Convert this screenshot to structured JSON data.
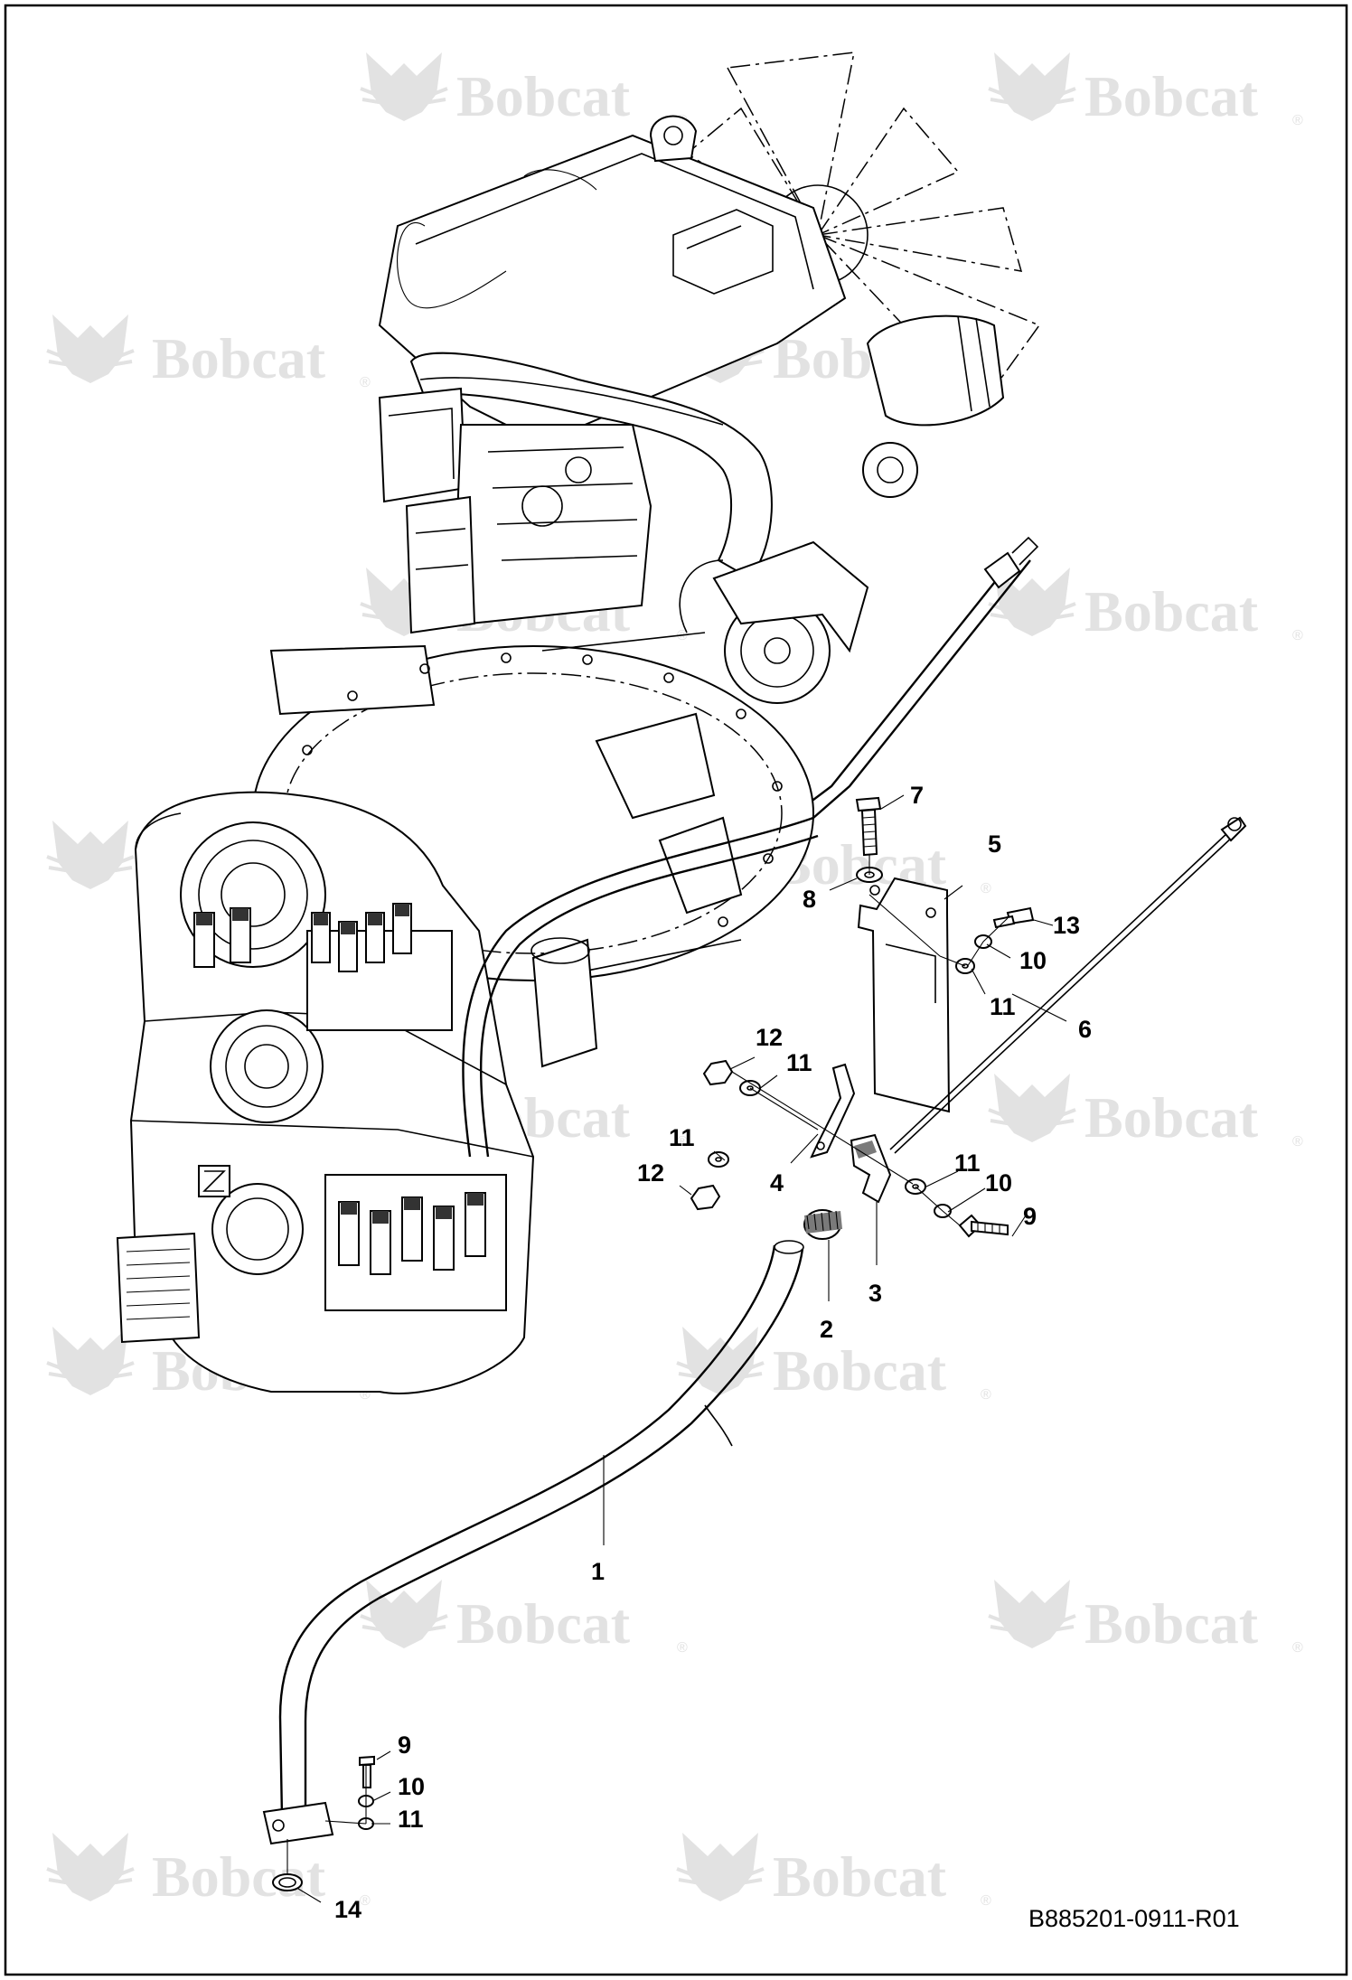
{
  "watermark": {
    "brand": "Bobcat",
    "registered_mark": "®"
  },
  "callouts": [
    {
      "label": "1"
    },
    {
      "label": "2"
    },
    {
      "label": "3"
    },
    {
      "label": "4"
    },
    {
      "label": "5"
    },
    {
      "label": "6"
    },
    {
      "label": "7"
    },
    {
      "label": "8"
    },
    {
      "label": "9"
    },
    {
      "label": "9"
    },
    {
      "label": "10"
    },
    {
      "label": "10"
    },
    {
      "label": "10"
    },
    {
      "label": "11"
    },
    {
      "label": "11"
    },
    {
      "label": "11"
    },
    {
      "label": "11"
    },
    {
      "label": "11"
    },
    {
      "label": "12"
    },
    {
      "label": "12"
    },
    {
      "label": "13"
    },
    {
      "label": "14"
    }
  ],
  "document_id": "B885201-0911-R01",
  "colors": {
    "line": "#000000",
    "watermark": "#e2e2e2",
    "background": "#ffffff"
  }
}
